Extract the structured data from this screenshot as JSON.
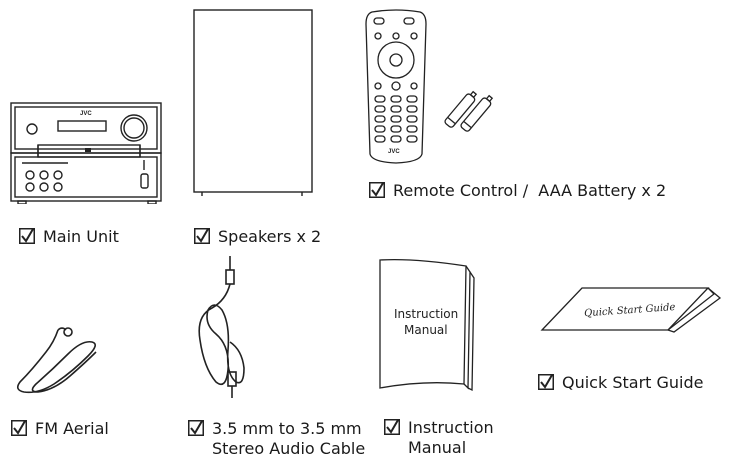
{
  "items": {
    "main_unit": {
      "label": "Main Unit",
      "brand": "JVC"
    },
    "speakers": {
      "label": "Speakers x 2"
    },
    "remote": {
      "label": "Remote Control /  AAA Battery x 2",
      "brand": "JVC"
    },
    "fm_aerial": {
      "label": "FM Aerial"
    },
    "cable": {
      "label_line1": "3.5 mm to 3.5 mm",
      "label_line2": "Stereo Audio Cable"
    },
    "manual": {
      "label_line1": "Instruction",
      "label_line2": "Manual",
      "cover_line1": "Instruction",
      "cover_line2": "Manual"
    },
    "quick_start": {
      "label": "Quick Start Guide",
      "cover_text": "Quick Start Guide"
    }
  },
  "icon": "checkbox-checked-icon"
}
